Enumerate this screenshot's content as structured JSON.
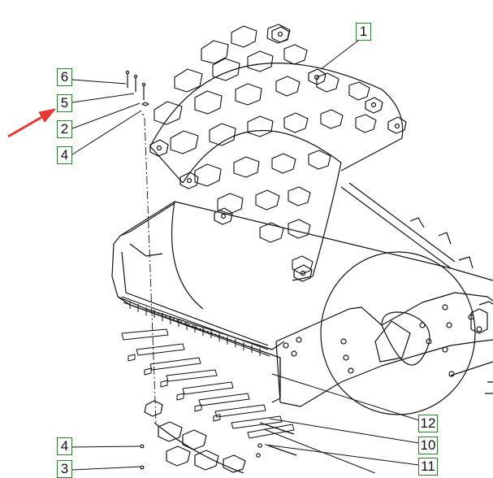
{
  "callouts": {
    "c1": "1",
    "c2": "2",
    "c3": "3",
    "c4_top": "4",
    "c4_bottom": "4",
    "c5": "5",
    "c6": "6",
    "c10": "10",
    "c11": "11",
    "c12": "12"
  },
  "colors": {
    "line": "#111111",
    "callout_border": "#2e7d32",
    "pointer_arrow": "#e53935"
  }
}
